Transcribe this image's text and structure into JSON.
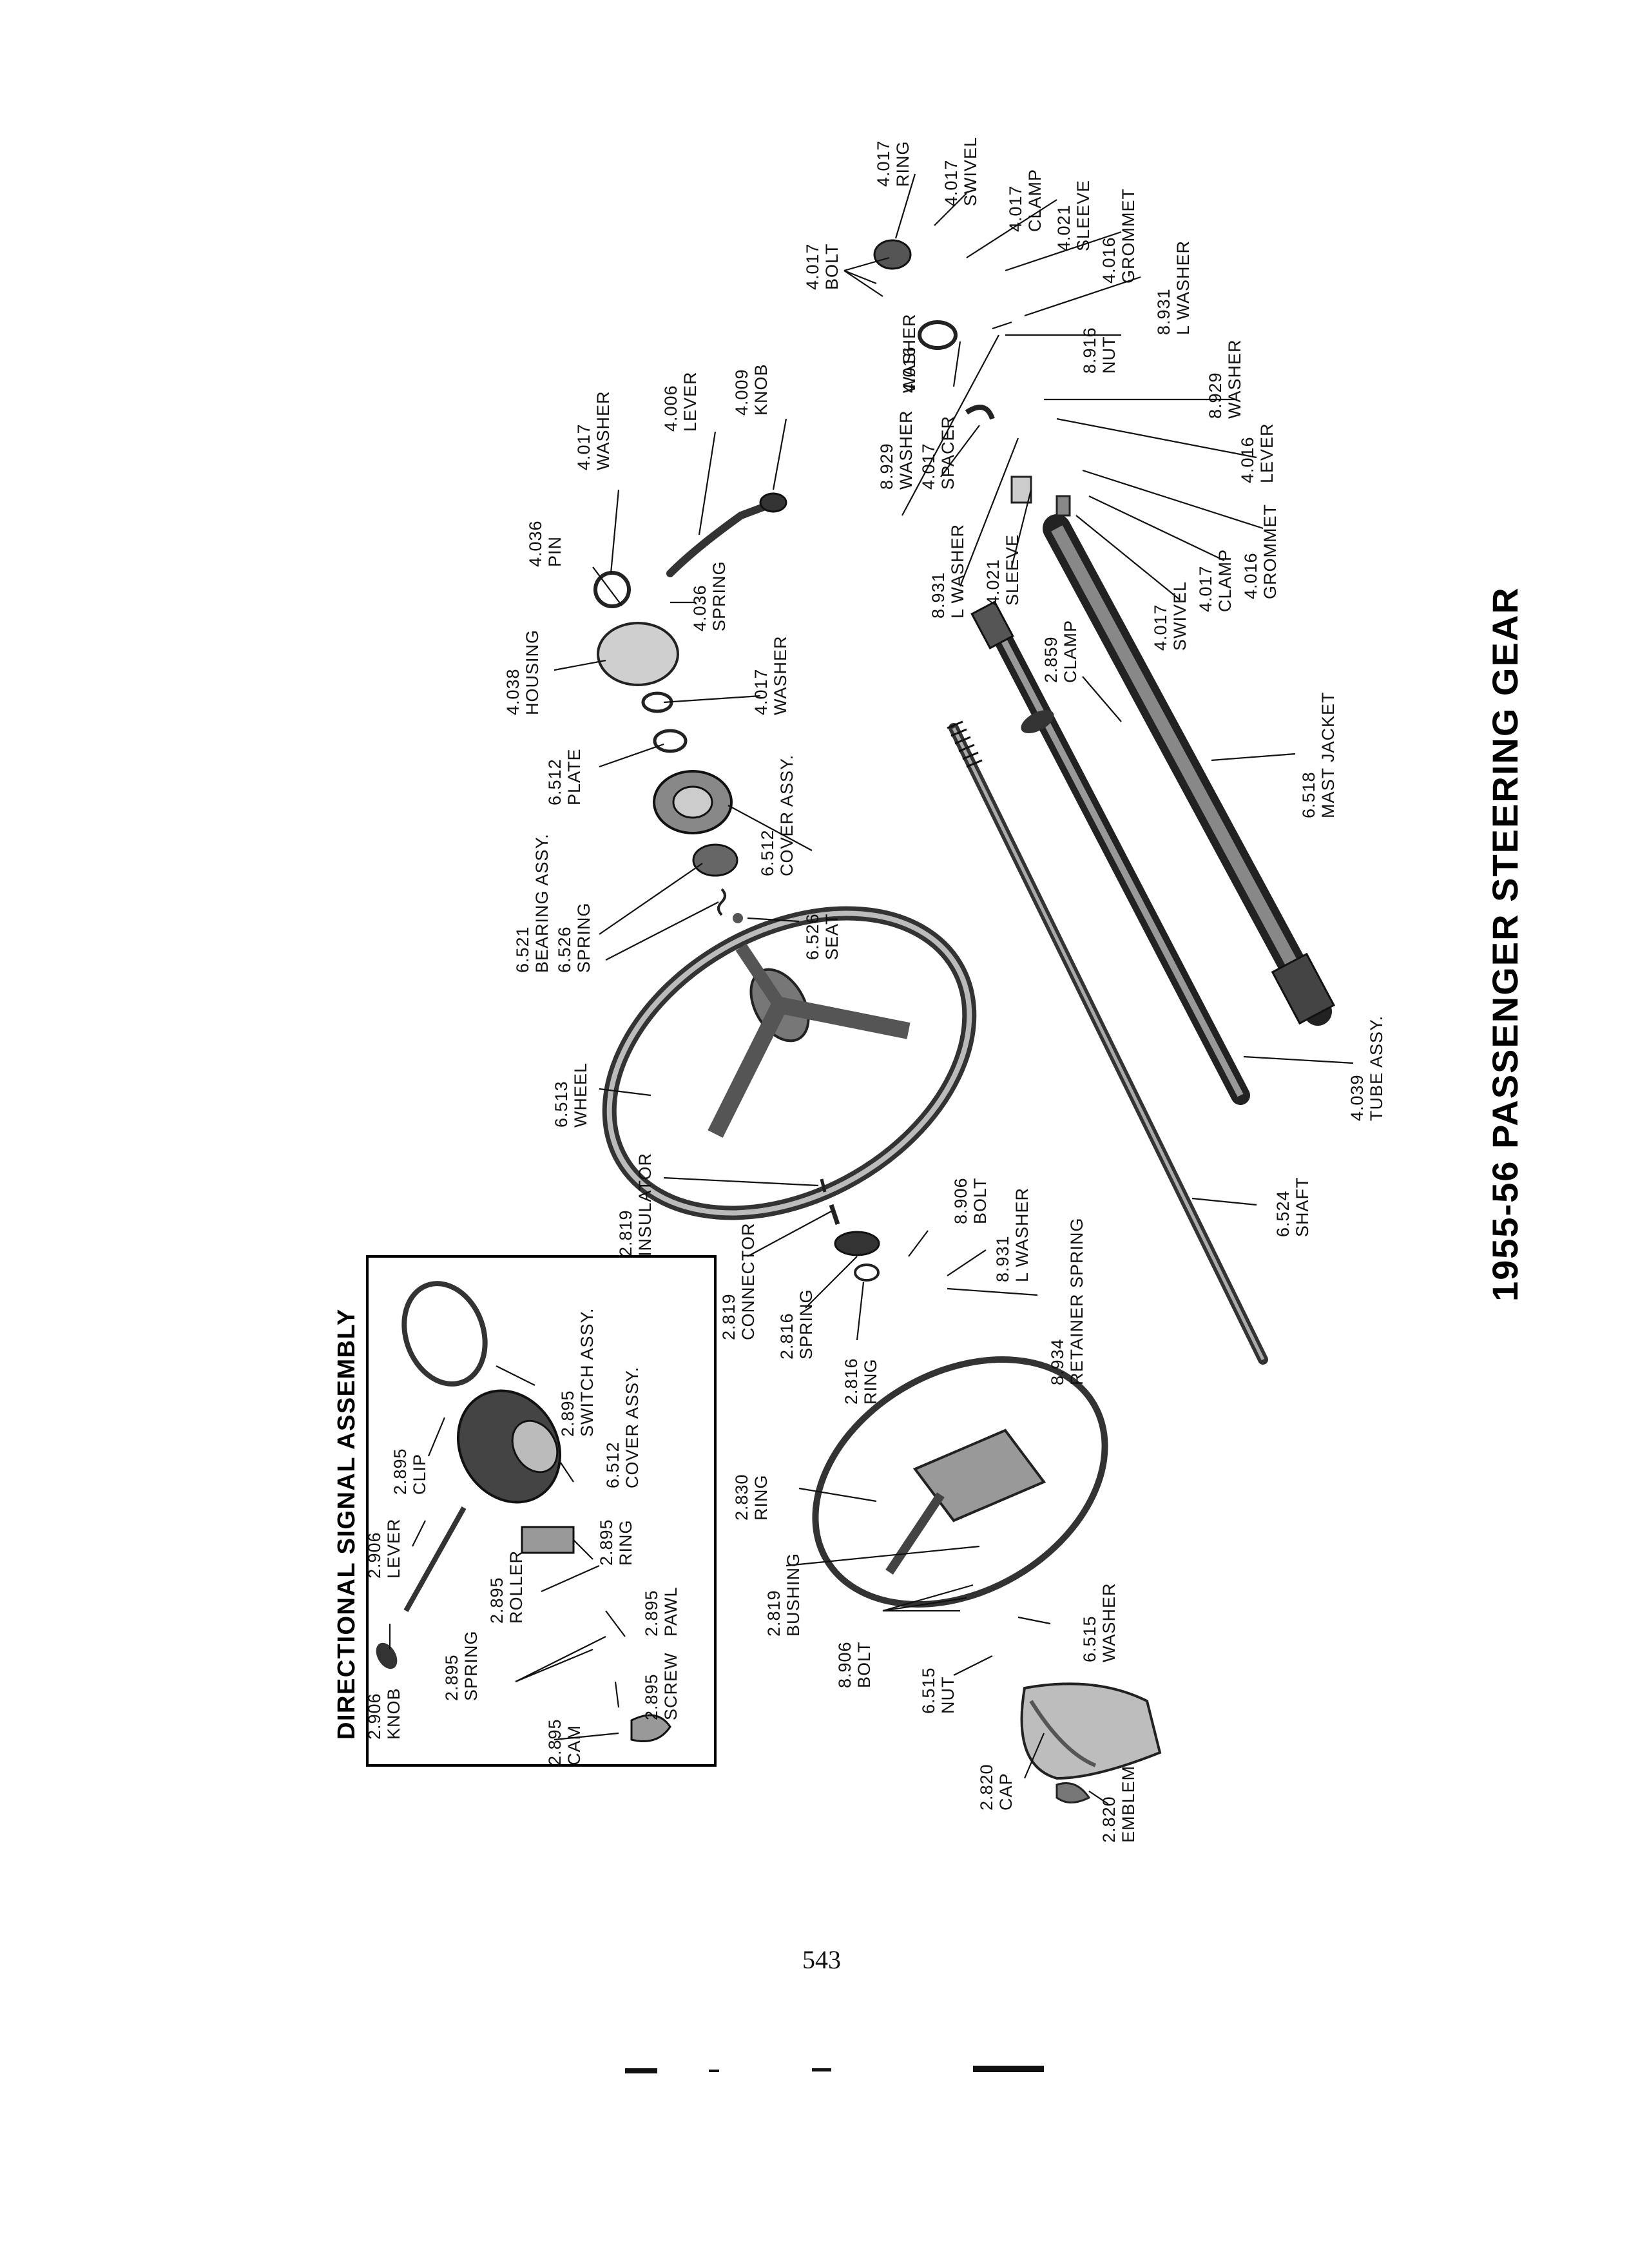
{
  "title": "1955-56 PASSENGER STEERING GEAR",
  "inset_title": "DIRECTIONAL SIGNAL ASSEMBLY",
  "page_number": "543",
  "callouts": [
    {
      "id": "knob-2906",
      "num": "2.906",
      "name": "KNOB"
    },
    {
      "id": "lever-2906",
      "num": "2.906",
      "name": "LEVER"
    },
    {
      "id": "clip-2895",
      "num": "2.895",
      "name": "CLIP"
    },
    {
      "id": "switch-2895",
      "num": "2.895",
      "name": "SWITCH ASSY."
    },
    {
      "id": "cover-6512-inset",
      "num": "6.512",
      "name": "COVER ASSY."
    },
    {
      "id": "ring-2895",
      "num": "2.895",
      "name": "RING"
    },
    {
      "id": "pawl-2895",
      "num": "2.895",
      "name": "PAWL"
    },
    {
      "id": "roller-2895",
      "num": "2.895",
      "name": "ROLLER"
    },
    {
      "id": "spring-2895",
      "num": "2.895",
      "name": "SPRING"
    },
    {
      "id": "screw-2895",
      "num": "2.895",
      "name": "SCREW"
    },
    {
      "id": "cam-2895",
      "num": "2.895",
      "name": "CAM"
    },
    {
      "id": "insulator-2819",
      "num": "2.819",
      "name": "INSULATOR"
    },
    {
      "id": "connector-2819",
      "num": "2.819",
      "name": "CONNECTOR"
    },
    {
      "id": "spring-2816",
      "num": "2.816",
      "name": "SPRING"
    },
    {
      "id": "ring-2816",
      "num": "2.816",
      "name": "RING"
    },
    {
      "id": "bolt-8906-top",
      "num": "8.906",
      "name": "BOLT"
    },
    {
      "id": "lwasher-8931-mid",
      "num": "8.931",
      "name": "L WASHER"
    },
    {
      "id": "retainer-8934",
      "num": "8.934",
      "name": "RETAINER SPRING"
    },
    {
      "id": "ring-2830",
      "num": "2.830",
      "name": "RING"
    },
    {
      "id": "bushing-2819",
      "num": "2.819",
      "name": "BUSHING"
    },
    {
      "id": "bolt-8906-low",
      "num": "8.906",
      "name": "BOLT"
    },
    {
      "id": "washer-6515",
      "num": "6.515",
      "name": "WASHER"
    },
    {
      "id": "nut-6515",
      "num": "6.515",
      "name": "NUT"
    },
    {
      "id": "cap-2820",
      "num": "2.820",
      "name": "CAP"
    },
    {
      "id": "emblem-2820",
      "num": "2.820",
      "name": "EMBLEM"
    },
    {
      "id": "wheel-6513",
      "num": "6.513",
      "name": "WHEEL"
    },
    {
      "id": "bearing-6521",
      "num": "6.521",
      "name": "BEARING ASSY."
    },
    {
      "id": "spring-6526",
      "num": "6.526",
      "name": "SPRING"
    },
    {
      "id": "seat-6526",
      "num": "6.526",
      "name": "SEAT"
    },
    {
      "id": "cover-6512",
      "num": "6.512",
      "name": "COVER ASSY."
    },
    {
      "id": "plate-6512",
      "num": "6.512",
      "name": "PLATE"
    },
    {
      "id": "housing-4038",
      "num": "4.038",
      "name": "HOUSING"
    },
    {
      "id": "washer-4017-mid",
      "num": "4.017",
      "name": "WASHER"
    },
    {
      "id": "pin-4036",
      "num": "4.036",
      "name": "PIN"
    },
    {
      "id": "washer-4017-top",
      "num": "4.017",
      "name": "WASHER"
    },
    {
      "id": "spring-4036",
      "num": "4.036",
      "name": "SPRING"
    },
    {
      "id": "lever-4006",
      "num": "4.006",
      "name": "LEVER"
    },
    {
      "id": "knob-4009",
      "num": "4.009",
      "name": "KNOB"
    },
    {
      "id": "shaft-6524",
      "num": "6.524",
      "name": "SHAFT"
    },
    {
      "id": "tube-4039",
      "num": "4.039",
      "name": "TUBE ASSY."
    },
    {
      "id": "jacket-6518",
      "num": "6.518",
      "name": "MAST JACKET"
    },
    {
      "id": "clamp-2859",
      "num": "2.859",
      "name": "CLAMP"
    },
    {
      "id": "sleeve-4021-low",
      "num": "4.021",
      "name": "SLEEVE"
    },
    {
      "id": "swivel-4017-low",
      "num": "4.017",
      "name": "SWIVEL"
    },
    {
      "id": "clamp-4017-low",
      "num": "4.017",
      "name": "CLAMP"
    },
    {
      "id": "grommet-4016-low",
      "num": "4.016",
      "name": "GROMMET"
    },
    {
      "id": "lever-4016-low",
      "num": "4.016",
      "name": "LEVER"
    },
    {
      "id": "washer-8929-low",
      "num": "8.929",
      "name": "WASHER"
    },
    {
      "id": "lwasher-8931-low",
      "num": "8.931",
      "name": "L WASHER"
    },
    {
      "id": "spacer-4017",
      "num": "4.017",
      "name": "SPACER"
    },
    {
      "id": "washer-8929-top",
      "num": "8.929",
      "name": "WASHER"
    },
    {
      "id": "lever-4016-top",
      "num": "4.016",
      "name": "LEVER"
    },
    {
      "id": "washer-4016-top",
      "num": "4.016",
      "name": "WASHER"
    },
    {
      "id": "nut-8916",
      "num": "8.916",
      "name": "NUT"
    },
    {
      "id": "lwasher-8931-top",
      "num": "8.931",
      "name": "L WASHER"
    },
    {
      "id": "bolt-4017",
      "num": "4.017",
      "name": "BOLT"
    },
    {
      "id": "ring-4017",
      "num": "4.017",
      "name": "RING"
    },
    {
      "id": "swivel-4017-top",
      "num": "4.017",
      "name": "SWIVEL"
    },
    {
      "id": "clamp-4017-top",
      "num": "4.017",
      "name": "CLAMP"
    },
    {
      "id": "sleeve-4021-top",
      "num": "4.021",
      "name": "SLEEVE"
    },
    {
      "id": "grommet-4016-top",
      "num": "4.016",
      "name": "GROMMET"
    }
  ]
}
